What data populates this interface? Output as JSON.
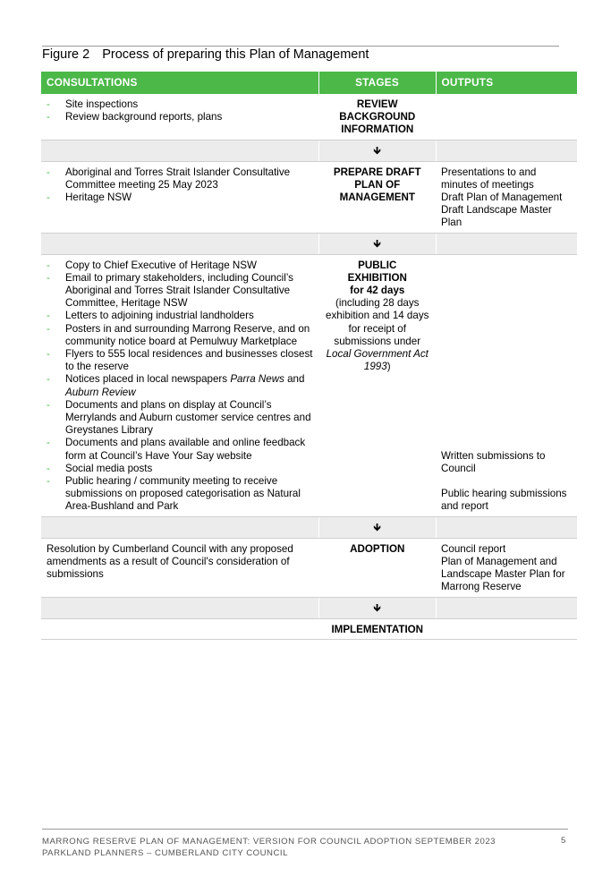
{
  "figure": {
    "number": "Figure 2",
    "title": "Process of preparing this Plan of Management"
  },
  "table": {
    "headers": [
      "CONSULTATIONS",
      "STAGES",
      "OUTPUTS"
    ],
    "arrow_glyph": "🡻",
    "rows": [
      {
        "consultations": [
          "Site inspections",
          "Review background reports, plans"
        ],
        "stage_lines": [
          "REVIEW",
          "BACKGROUND",
          "INFORMATION"
        ],
        "outputs": []
      },
      {
        "consultations": [
          "Aboriginal and Torres Strait Islander Consultative Committee meeting 25 May 2023",
          "Heritage NSW"
        ],
        "stage_lines": [
          "PREPARE DRAFT",
          "PLAN OF",
          "MANAGEMENT"
        ],
        "outputs": [
          "Presentations to and minutes of meetings",
          "Draft Plan of Management",
          "Draft Landscape Master Plan"
        ]
      },
      {
        "consultations": [
          "Copy to Chief Executive of Heritage NSW",
          "Email to primary stakeholders, including Council’s Aboriginal and Torres Strait Islander Consultative Committee, Heritage NSW",
          "Letters to adjoining industrial landholders",
          "Posters in and surrounding Marrong Reserve, and on community notice board at Pemulwuy Marketplace",
          "Flyers to 555 local residences and businesses closest to the reserve",
          "Notices placed in local newspapers Parra News and Auburn Review",
          "Documents and plans on display at Council’s Merrylands and Auburn customer service centres and Greystanes Library",
          "Documents and plans available and online feedback form at Council’s Have Your Say website",
          "Social media posts",
          "Public hearing / community meeting to receive submissions on proposed categorisation as Natural Area-Bushland and Park"
        ],
        "stage_bold": [
          "PUBLIC",
          "EXHIBITION",
          "for 42 days"
        ],
        "stage_plain": "(including 28 days exhibition and 14 days for receipt of submissions under",
        "stage_italic": "Local Government Act 1993",
        "stage_close": ")",
        "outputs": [
          "Written submissions to Council",
          "Public hearing submissions and report"
        ]
      },
      {
        "consultations_text": "Resolution by Cumberland Council with any proposed amendments as a result of Council's consideration of submissions",
        "stage_lines": [
          "ADOPTION"
        ],
        "outputs": [
          "Council report",
          "Plan of Management and Landscape Master Plan for Marrong Reserve"
        ]
      },
      {
        "stage_lines": [
          "IMPLEMENTATION"
        ]
      }
    ]
  },
  "footer": {
    "line1": "MARRONG RESERVE PLAN OF MANAGEMENT: VERSION FOR COUNCIL ADOPTION SEPTEMBER 2023",
    "line2": "PARKLAND PLANNERS – CUMBERLAND CITY COUNCIL",
    "page": "5"
  }
}
